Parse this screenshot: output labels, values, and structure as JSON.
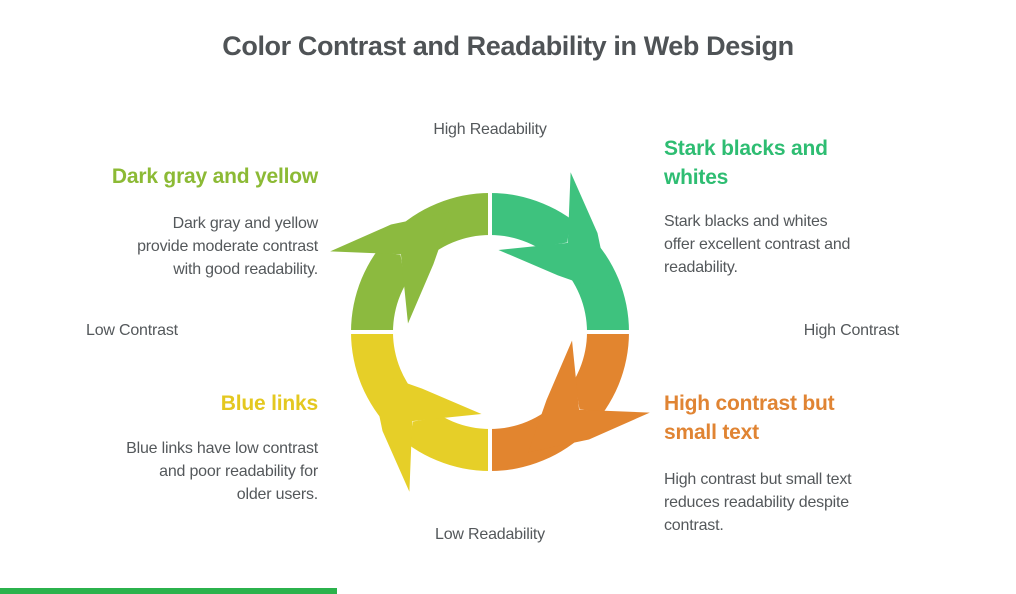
{
  "title": "Color Contrast and Readability in Web Design",
  "title_color": "#4F5356",
  "text_color": "#54585B",
  "axis_labels": {
    "top": "High Readability",
    "bottom": "Low Readability",
    "left": "Low Contrast",
    "right": "High Contrast"
  },
  "quadrants": [
    {
      "position": "top-left",
      "heading_lines": [
        "Dark gray and yellow"
      ],
      "desc_lines": [
        "Dark gray and yellow",
        "provide moderate contrast",
        "with good readability."
      ],
      "color": "#8CBA35",
      "segment_color": "#8CBA3F"
    },
    {
      "position": "top-right",
      "heading_lines": [
        "Stark blacks and",
        "whites"
      ],
      "desc_lines": [
        "Stark blacks and whites",
        "offer excellent contrast and",
        "readability."
      ],
      "color": "#2EBD72",
      "segment_color": "#3EC27E"
    },
    {
      "position": "bottom-left",
      "heading_lines": [
        "Blue links"
      ],
      "desc_lines": [
        "Blue links have low contrast",
        "and poor readability for",
        "older users."
      ],
      "color": "#E4C820",
      "segment_color": "#E6CF28"
    },
    {
      "position": "bottom-right",
      "heading_lines": [
        "High contrast but",
        "small text"
      ],
      "desc_lines": [
        "High contrast but small text",
        "reduces readability despite",
        "contrast."
      ],
      "color": "#E08433",
      "segment_color": "#E2852F"
    }
  ],
  "diagram": {
    "type": "four-segment-cycle",
    "gap_color": "#FFFFFF"
  },
  "footer_bar_color": "#2BB24C"
}
